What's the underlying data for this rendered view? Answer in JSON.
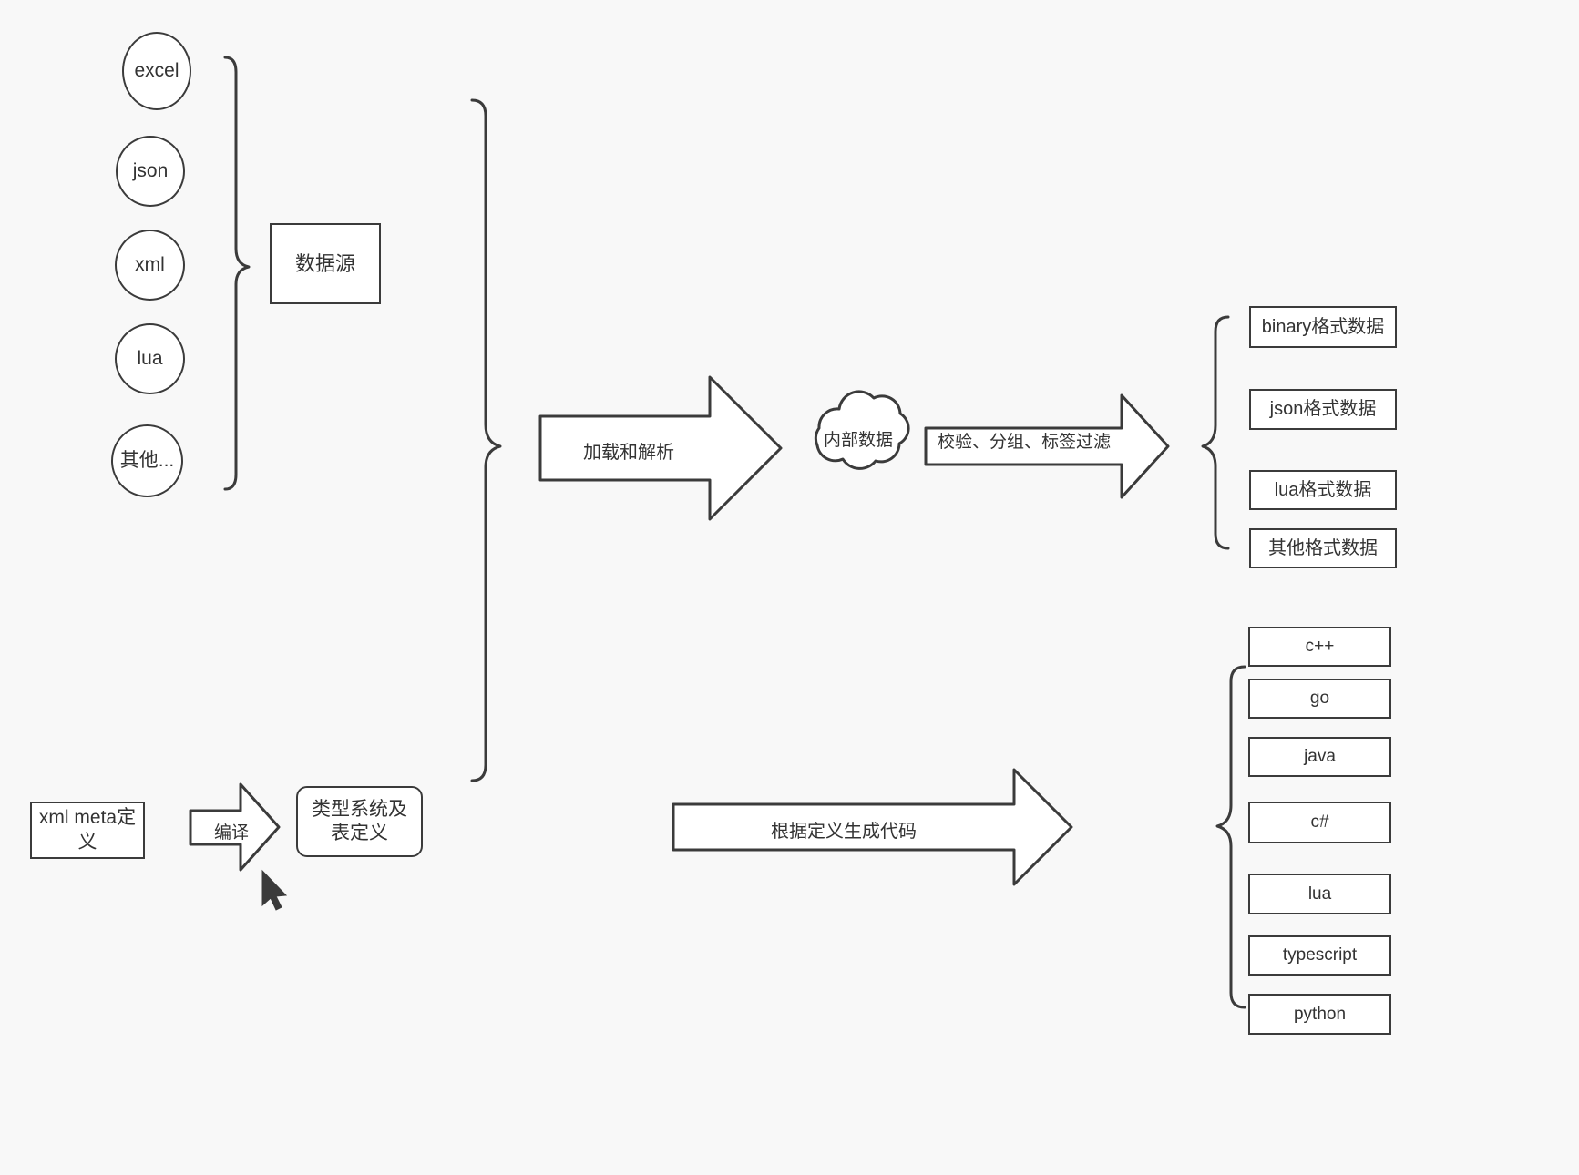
{
  "diagram": {
    "title": "data pipeline diagram",
    "background_color": "#f8f8f8",
    "stroke_color": "#3b3b3b",
    "text_color": "#333333",
    "fill_color": "#ffffff"
  },
  "data_sources": {
    "group_label": "数据源",
    "items": [
      {
        "label": "excel"
      },
      {
        "label": "json"
      },
      {
        "label": "xml"
      },
      {
        "label": "lua"
      },
      {
        "label": "其他..."
      }
    ]
  },
  "definition": {
    "meta_label": "xml meta定义",
    "compile_label": "编译",
    "type_system_label": "类型系统及表定义"
  },
  "pipeline": {
    "load_parse_label": "加载和解析",
    "internal_data_label": "内部数据",
    "filter_label": "校验、分组、标签过滤",
    "codegen_label": "根据定义生成代码"
  },
  "output_formats": {
    "items": [
      {
        "label": "binary格式数据"
      },
      {
        "label": "json格式数据"
      },
      {
        "label": "lua格式数据"
      },
      {
        "label": "其他格式数据"
      }
    ]
  },
  "output_languages": {
    "items": [
      {
        "label": "c++"
      },
      {
        "label": "go"
      },
      {
        "label": "java"
      },
      {
        "label": "c#"
      },
      {
        "label": "lua"
      },
      {
        "label": "typescript"
      },
      {
        "label": "python"
      }
    ]
  }
}
